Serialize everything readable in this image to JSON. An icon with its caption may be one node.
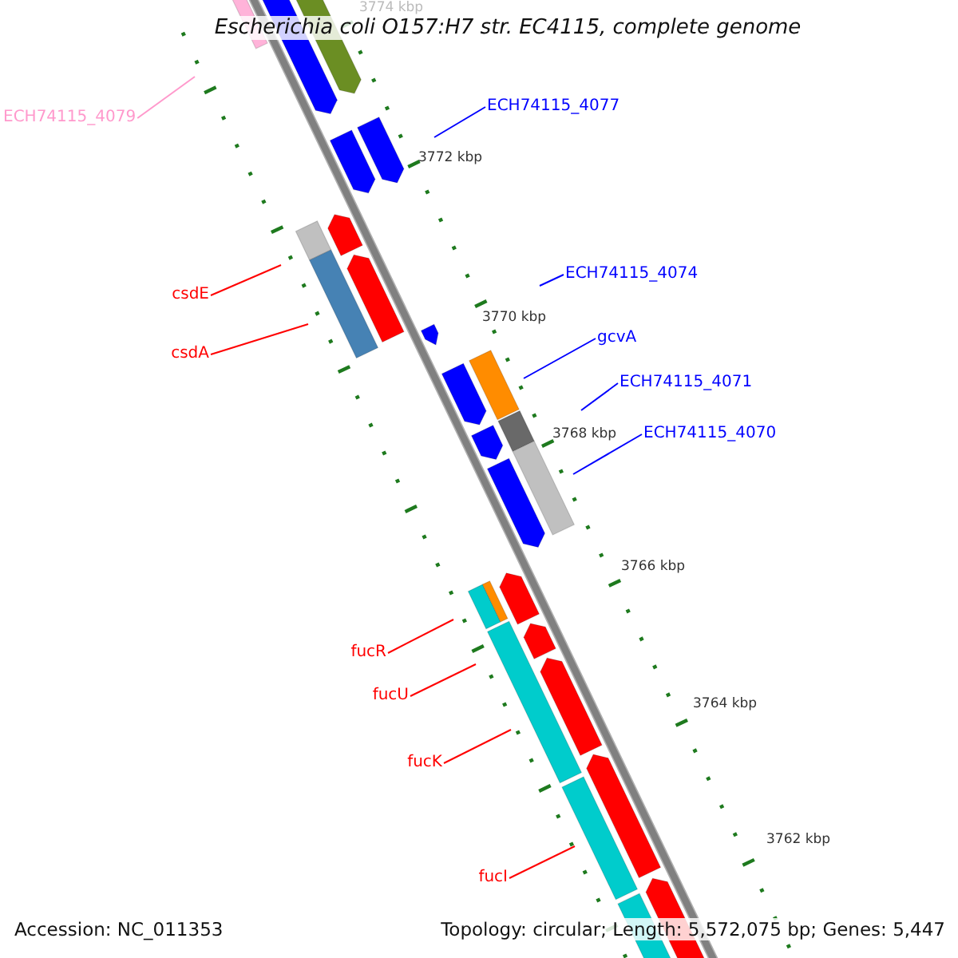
{
  "diagram": {
    "title": "Escherichia coli O157:H7 str. EC4115, complete genome",
    "nodes": [
      {
        "text": [
          "ECH74115_4079"
        ]
      },
      {
        "text": [
          "csdE"
        ]
      },
      {
        "text": [
          "csdA"
        ]
      },
      {
        "text": [
          "ECH74115_4077"
        ]
      },
      {
        "text": [
          "ECH74115_4074"
        ]
      },
      {
        "text": [
          "gcvA"
        ]
      },
      {
        "text": [
          "ECH74115_4071"
        ]
      },
      {
        "text": [
          "ECH74115_4070"
        ]
      },
      {
        "text": [
          "fucR"
        ]
      },
      {
        "text": [
          "fucU"
        ]
      },
      {
        "text": [
          "fucK"
        ]
      },
      {
        "text": [
          "fucI"
        ]
      }
    ],
    "edges": [
      {
        "from": 0,
        "to": null,
        "arrow": "none",
        "color": "#ff99cc"
      },
      {
        "from": 1,
        "to": null,
        "arrow": "none"
      },
      {
        "from": 2,
        "to": null,
        "arrow": "none"
      },
      {
        "from": 3,
        "to": null,
        "arrow": "none",
        "color": "#0000ff"
      },
      {
        "from": 4,
        "to": null,
        "arrow": "none",
        "color": "#0000ff"
      },
      {
        "from": 5,
        "to": null,
        "arrow": "none",
        "color": "#0000ff"
      },
      {
        "from": 6,
        "to": null,
        "arrow": "none",
        "color": "#0000ff"
      },
      {
        "from": 7,
        "to": null,
        "arrow": "none",
        "color": "#0000ff"
      },
      {
        "from": 8,
        "to": null,
        "arrow": "none"
      },
      {
        "from": 9,
        "to": null,
        "arrow": "none"
      },
      {
        "from": 10,
        "to": null,
        "arrow": "none"
      },
      {
        "from": 11,
        "to": null,
        "arrow": "none"
      }
    ],
    "labels": [
      "3774 kbp",
      "3772 kbp",
      "3770 kbp",
      "3768 kbp",
      "3766 kbp",
      "3764 kbp",
      "3762 kbp",
      "Accession: NC_011353",
      "Topology: circular; Length: 5,572,075 bp; Genes: 5,447"
    ]
  }
}
